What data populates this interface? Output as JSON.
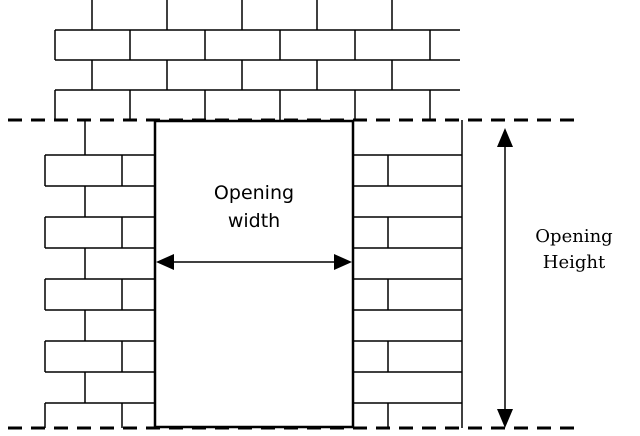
{
  "labels": {
    "width_line1": "Opening",
    "width_line2": "width",
    "height_line1": "Opening",
    "height_line2": "Height"
  },
  "colors": {
    "stroke": "#000000",
    "background": "#ffffff"
  }
}
